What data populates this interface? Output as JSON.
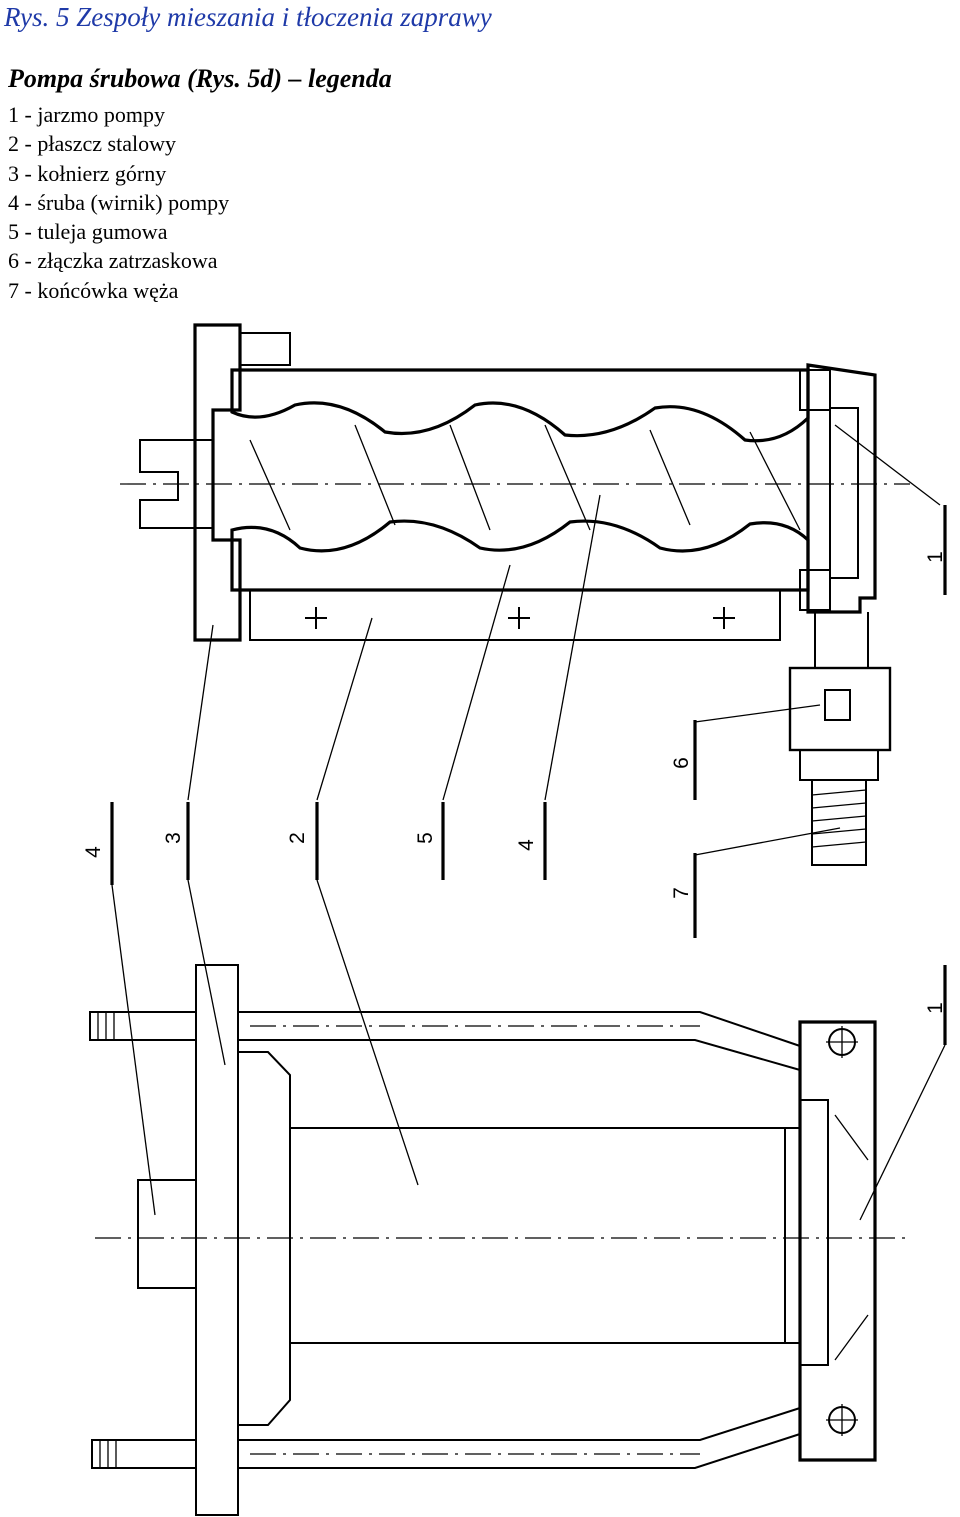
{
  "title": "Rys. 5 Zespoły mieszania i tłoczenia zaprawy",
  "subtitle": "Pompa śrubowa (Rys. 5d) – legenda",
  "legend": [
    "1 - jarzmo pompy",
    "2 - płaszcz stalowy",
    "3 - kołnierz górny",
    "4 - śruba (wirnik) pompy",
    "5 - tuleja gumowa",
    "6 - złączka zatrzaskowa",
    "7 - końcówka węża"
  ],
  "drawing_labels": {
    "upper_1": "1",
    "lower_1": "1",
    "l6": "6",
    "l7": "7",
    "l4a": "4",
    "l3": "3",
    "l2": "2",
    "l5": "5",
    "l4b": "4"
  },
  "colors": {
    "title": "#1f3aa8",
    "ink": "#000000"
  }
}
